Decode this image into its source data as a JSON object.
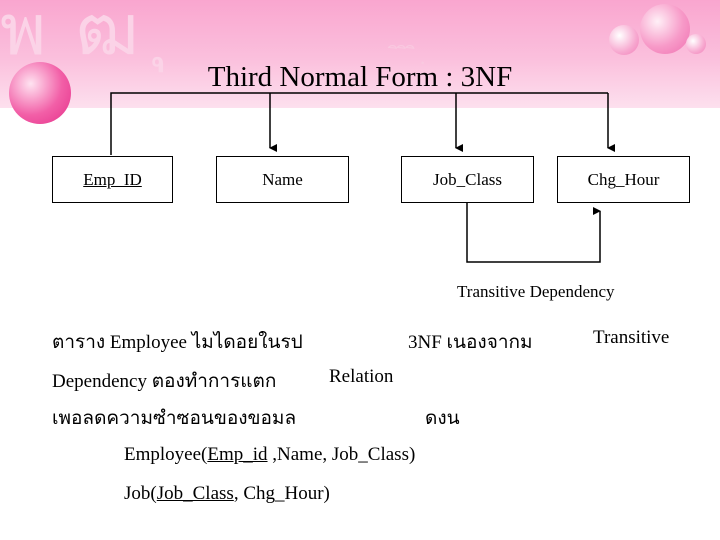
{
  "title": "Third Normal Form : 3NF",
  "boxes": {
    "emp_id": "Emp_ID",
    "name": "Name",
    "job_class": "Job_Class",
    "chg_hour": "Chg_Hour"
  },
  "transitive_label": "Transitive Dependency",
  "body": {
    "line1_a": "ตาราง Employee ไมไดอยในรป",
    "line1_b": "3NF เนองจากม",
    "line1_c": "Transitive",
    "line2_a": "Dependency ตองทำการแตก",
    "line2_b": "Relation",
    "line3_a": "เพอลดความซำซอนของขอมล",
    "line3_b": "ดงน"
  },
  "relations": {
    "employee_prefix": "Employee(",
    "employee_key": "Emp_id",
    "employee_rest": " ,Name, Job_Class)",
    "job_prefix": "Job(",
    "job_key": "Job_Class",
    "job_rest": ", Chg_Hour)"
  },
  "colors": {
    "banner": "#f9a6cf",
    "bubble": "#f25fa7"
  }
}
